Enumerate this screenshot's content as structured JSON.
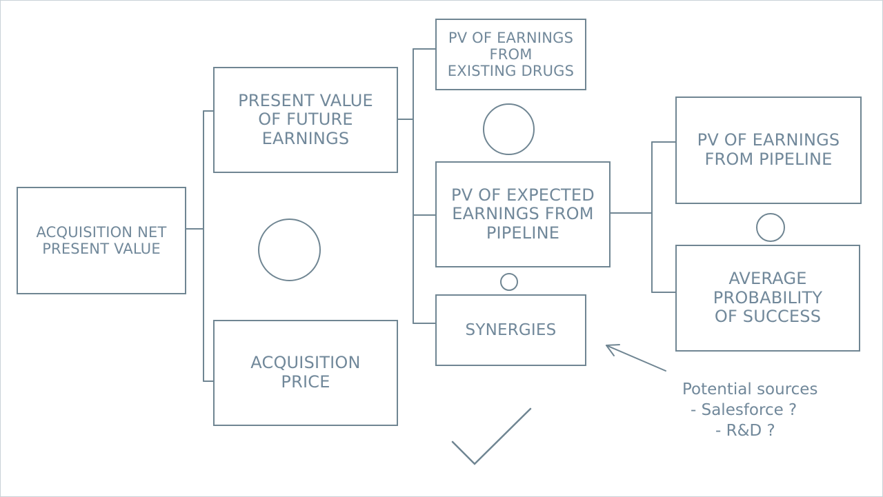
{
  "boxes": {
    "acquisition_npv": "ACQUISITION NET\nPRESENT VALUE",
    "pv_future_earnings": "PRESENT VALUE\nOF FUTURE\nEARNINGS",
    "acquisition_price": "ACQUISITION\nPRICE",
    "pv_existing_drugs": "PV OF EARNINGS\nFROM\nEXISTING DRUGS",
    "pv_expected_pipeline": "PV OF EXPECTED\nEARNINGS FROM\nPIPELINE",
    "synergies": "SYNERGIES",
    "pv_pipeline": "PV OF EARNINGS\nFROM PIPELINE",
    "avg_probability": "AVERAGE\nPROBABILITY\nOF SUCCESS"
  },
  "operators": {
    "minus": "minus-icon",
    "plus_large": "plus-icon",
    "plus_small": "plus-icon",
    "times": "times-icon"
  },
  "note": {
    "line1": "Potential sources",
    "line2": "- Salesforce ?",
    "line3": "- R&D ?"
  },
  "colors": {
    "stroke": "#6f8592",
    "text": "#71889a"
  }
}
